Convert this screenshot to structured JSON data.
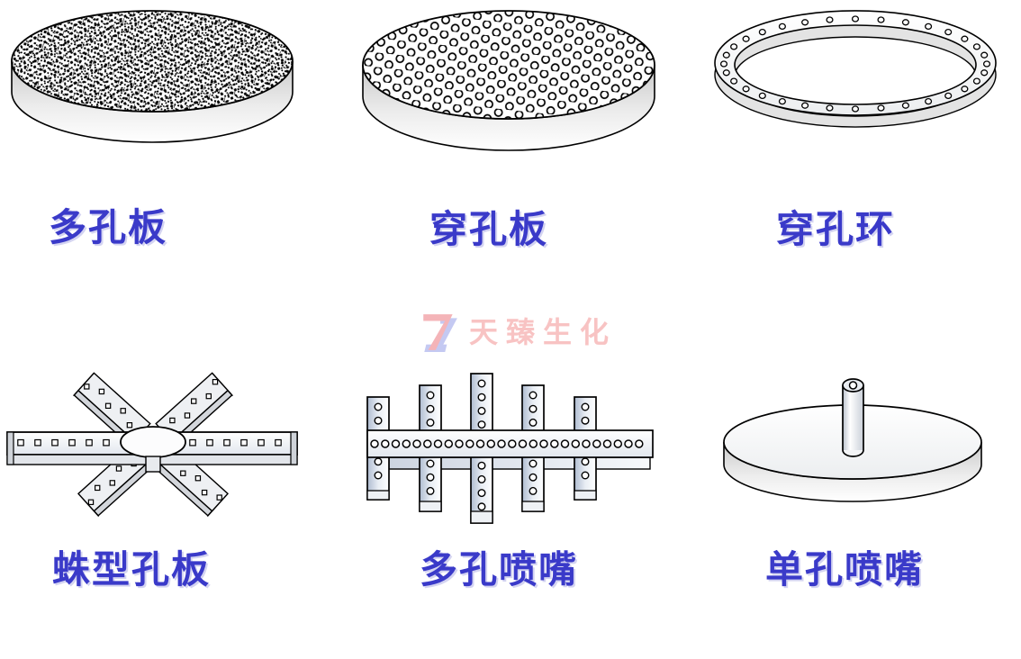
{
  "page": {
    "background_color": "#ffffff"
  },
  "figures": [
    {
      "id": "porous-plate",
      "label": "多孔板",
      "illustration": "speckled-sintered-disc"
    },
    {
      "id": "perforated-plate",
      "label": "穿孔板",
      "illustration": "disc-with-hole-grid"
    },
    {
      "id": "perforated-ring",
      "label": "穿孔环",
      "illustration": "ring-with-holes"
    },
    {
      "id": "spider-hole-plate",
      "label": "蛛型孔板",
      "illustration": "six-arm-spider-plate"
    },
    {
      "id": "multi-hole-nozzle",
      "label": "多孔喷嘴",
      "illustration": "manifold-sparger-with-holes"
    },
    {
      "id": "single-hole-nozzle",
      "label": "单孔喷嘴",
      "illustration": "disc-with-single-center-pipe"
    }
  ],
  "label_style": {
    "color": "#3a3ac9"
  },
  "watermark": {
    "text": "天臻生化",
    "text_color": "#f8c3c3",
    "logo_monogram": "TZ",
    "logo_pink": "#f4b4b8",
    "logo_lavender": "#c4c9f2"
  }
}
